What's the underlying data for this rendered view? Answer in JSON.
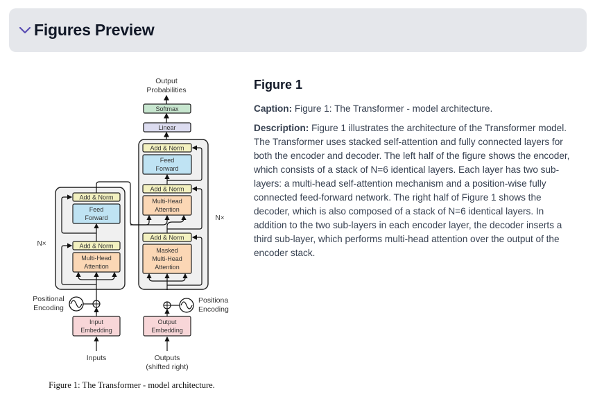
{
  "section": {
    "title": "Figures Preview",
    "toggle_icon": "chevron-down-icon",
    "accent_color": "#5b4fb3"
  },
  "figure": {
    "title": "Figure 1",
    "caption_label": "Caption:",
    "caption_text": "Figure 1: The Transformer - model architecture.",
    "description_label": "Description:",
    "description_text": "Figure 1 illustrates the architecture of the Transformer model. The Transformer uses stacked self-attention and fully connected layers for both the encoder and decoder. The left half of the figure shows the encoder, which consists of a stack of N=6 identical layers. Each layer has two sub-layers: a multi-head self-attention mechanism and a position-wise fully connected feed-forward network. The right half of Figure 1 shows the decoder, which is also composed of a stack of N=6 identical layers. In addition to the two sub-layers in each encoder layer, the decoder inserts a third sub-layer, which performs multi-head attention over the output of the encoder stack.",
    "image_caption": "Figure 1: The Transformer - model architecture."
  },
  "diagram": {
    "output_label_1": "Output",
    "output_label_2": "Probabilities",
    "softmax": "Softmax",
    "linear": "Linear",
    "add_norm": "Add & Norm",
    "feed_1": "Feed",
    "feed_2": "Forward",
    "mha_1": "Multi-Head",
    "mha_2": "Attention",
    "masked_1": "Masked",
    "masked_2": "Multi-Head",
    "masked_3": "Attention",
    "nx": "N×",
    "pos_enc_1": "Positional",
    "pos_enc_2": "Encoding",
    "pos_enc_dec_1": "Positiona",
    "pos_enc_dec_2": "Encoding",
    "input_emb_1": "Input",
    "input_emb_2": "Embedding",
    "output_emb_1": "Output",
    "output_emb_2": "Embedding",
    "inputs": "Inputs",
    "outputs_1": "Outputs",
    "outputs_2": "(shifted right)",
    "colors": {
      "add_norm": "#f3f1c0",
      "feed_forward": "#bfe3f3",
      "attention": "#fbd7b5",
      "embedding": "#f8d6d8",
      "softmax": "#c7e6cf",
      "linear": "#dcdcf0",
      "block_bg": "#f0f0f0"
    }
  }
}
